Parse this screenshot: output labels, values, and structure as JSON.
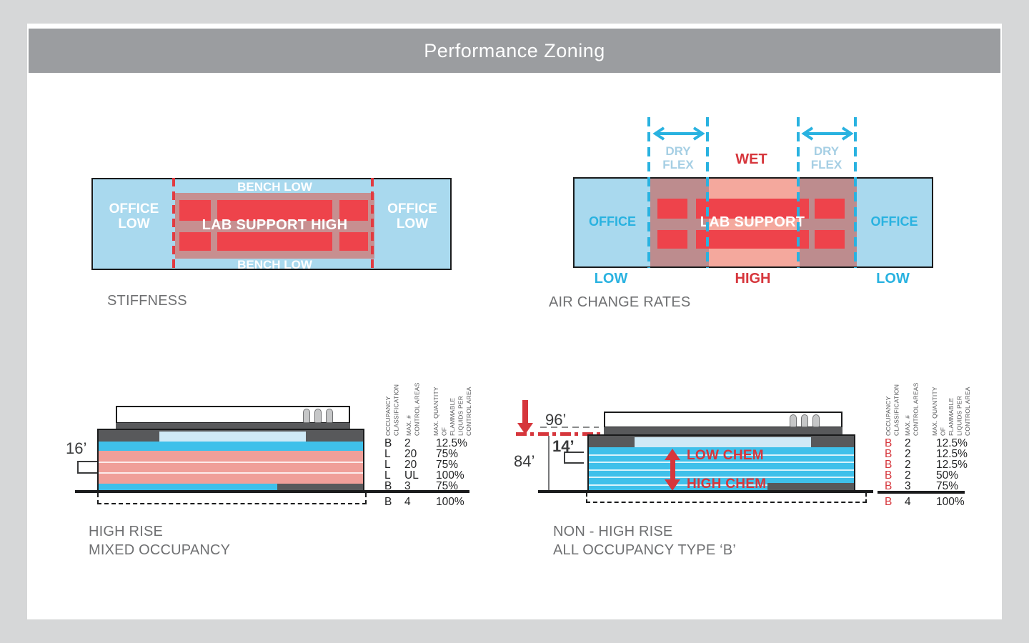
{
  "title": "Performance Zoning",
  "colors": {
    "page_bg": "#d6d7d8",
    "panel_bg": "#ffffff",
    "header_bar": "#9b9da0",
    "zone_blue": "#a9d9ee",
    "cyan_accent": "#29b2e0",
    "floor_cyan": "#3fc0ea",
    "window_blue": "#cfe9f6",
    "salmon_floor": "#f09f99",
    "wet_salmon": "#f4a89d",
    "mauve_overlay": "#c78f90",
    "dry_mauve": "#bd8c8e",
    "red_block": "#ee434b",
    "red_accent": "#d6363c",
    "dark_gray": "#58595b",
    "label_gray": "#6f7072"
  },
  "stiffness": {
    "office_left": "OFFICE\nLOW",
    "office_right": "OFFICE\nLOW",
    "bench_top": "BENCH LOW",
    "bench_bottom": "BENCH LOW",
    "lab": "LAB SUPPORT HIGH",
    "caption": "STIFFNESS"
  },
  "air_change": {
    "office_left": "OFFICE",
    "office_right": "OFFICE",
    "dry_left": "DRY\nFLEX",
    "dry_right": "DRY\nFLEX",
    "wet": "WET",
    "lab": "LAB SUPPORT",
    "low_left": "LOW",
    "high": "HIGH",
    "low_right": "LOW",
    "caption": "AIR CHANGE RATES"
  },
  "table_headers": {
    "col1": "OCCUPANCY\nCLASSIFICATION",
    "col2": "MAX. #\nCONTROL AREAS",
    "col3": "MAX. QUANTITY OF\nFLAMMABLE\nLIQUIDS PER\nCONTROL AREA"
  },
  "high_rise": {
    "dim_floor": "16’",
    "caption1": "HIGH RISE",
    "caption2": "MIXED OCCUPANCY",
    "table": {
      "rows": [
        {
          "c": "B",
          "n": "2",
          "q": "12.5%"
        },
        {
          "c": "L",
          "n": "20",
          "q": "75%"
        },
        {
          "c": "L",
          "n": "20",
          "q": "75%"
        },
        {
          "c": "L",
          "n": "UL",
          "q": "100%"
        },
        {
          "c": "B",
          "n": "3",
          "q": "75%"
        },
        {
          "c": "B",
          "n": "4",
          "q": "100%"
        }
      ]
    }
  },
  "non_high_rise": {
    "dim_top": "96’",
    "dim_first_floor": "14’",
    "dim_height": "84’",
    "low_chem": "LOW CHEM",
    "high_chem": "HIGH CHEM",
    "caption1": "NON - HIGH RISE",
    "caption2": "ALL OCCUPANCY TYPE ‘B’",
    "table": {
      "rows": [
        {
          "c": "B",
          "n": "2",
          "q": "12.5%"
        },
        {
          "c": "B",
          "n": "2",
          "q": "12.5%"
        },
        {
          "c": "B",
          "n": "2",
          "q": "12.5%"
        },
        {
          "c": "B",
          "n": "2",
          "q": "50%"
        },
        {
          "c": "B",
          "n": "3",
          "q": "75%"
        },
        {
          "c": "B",
          "n": "4",
          "q": "100%"
        }
      ]
    }
  }
}
